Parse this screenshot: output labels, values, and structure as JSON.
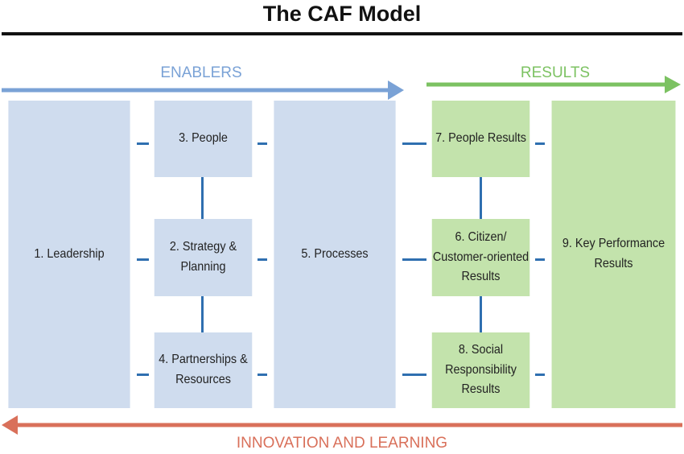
{
  "title": "The CAF Model",
  "enablers_label": "ENABLERS",
  "results_label": "RESULTS",
  "innovation_label": "INNOVATION AND LEARNING",
  "boxes": {
    "leadership": "1. Leadership",
    "people": "3. People",
    "strategy": "2. Strategy &\nPlanning",
    "partnerships": "4. Partnerships &\nResources",
    "processes": "5. Processes",
    "people_results": "7. People Results",
    "citizen_results": "6. Citizen/\nCustomer-oriented\nResults",
    "social_results": "8. Social\nResponsibility\nResults",
    "key_results": "9. Key Performance\nResults"
  },
  "colors": {
    "enablers": "#7aa2d6",
    "results": "#7cc262",
    "innovation": "#d9705a",
    "connector": "#2f6fb0"
  }
}
